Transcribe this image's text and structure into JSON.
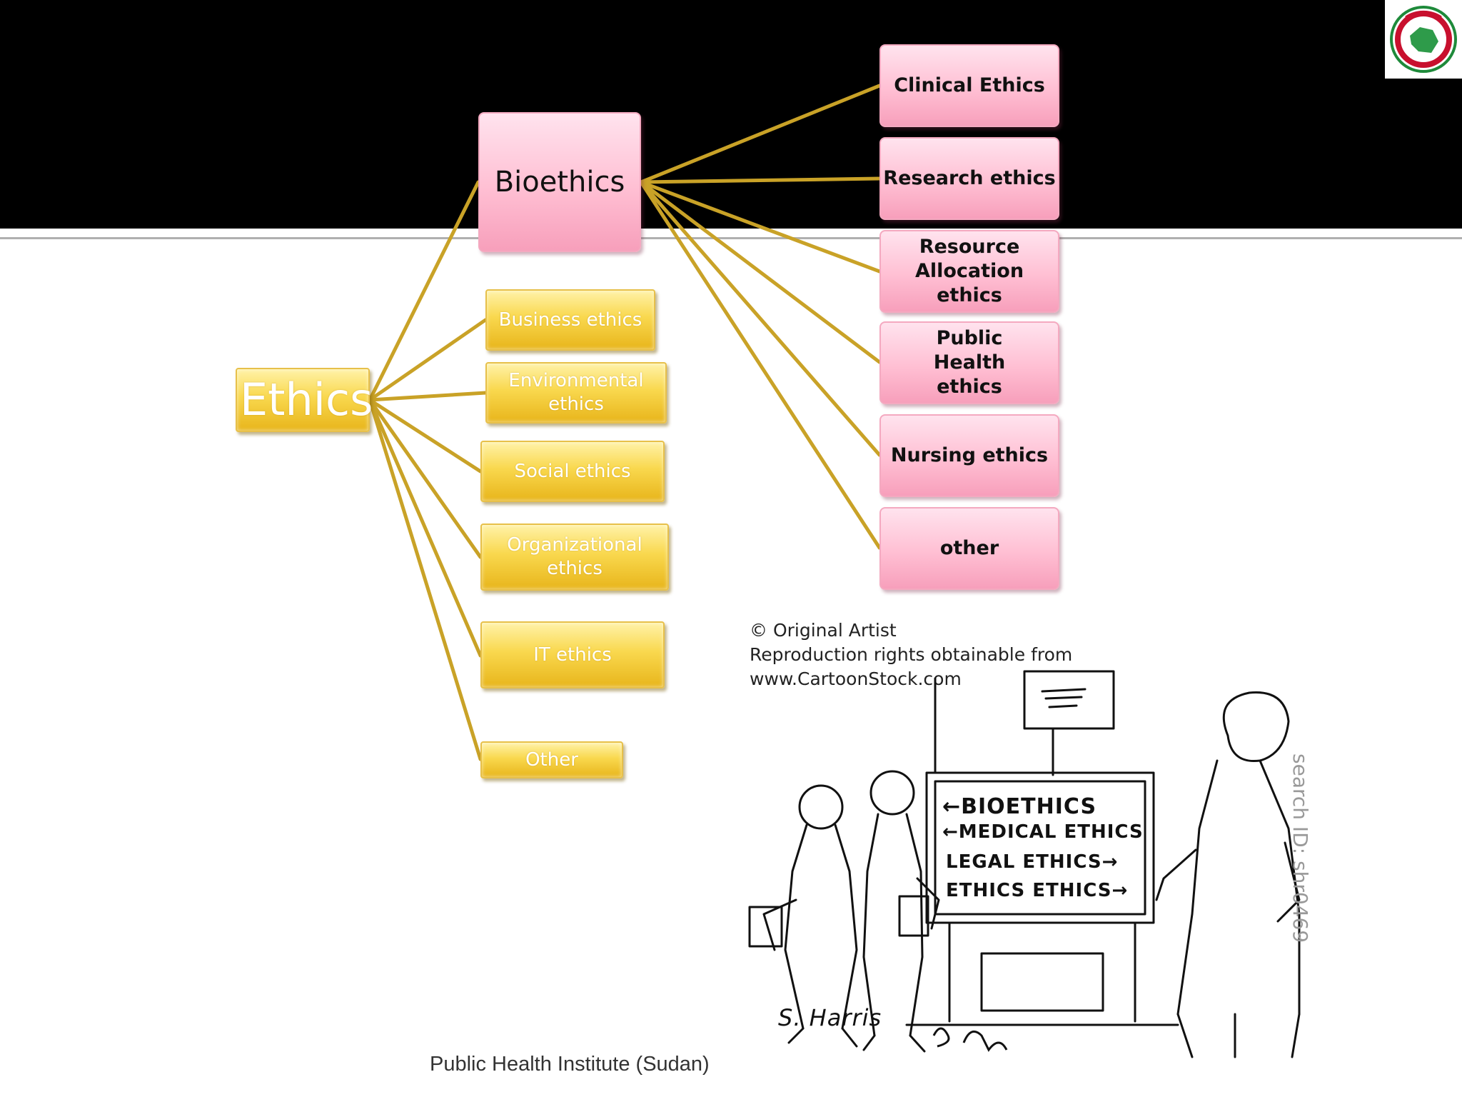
{
  "root": {
    "label": "Ethics"
  },
  "branches": [
    {
      "label": "Bioethics"
    },
    {
      "label": "Business ethics"
    },
    {
      "label": "Environmental ethics"
    },
    {
      "label": "Social ethics"
    },
    {
      "label": "Organizational ethics"
    },
    {
      "label": "IT ethics"
    },
    {
      "label": "Other"
    }
  ],
  "bioethics_children": [
    {
      "label": "Clinical Ethics"
    },
    {
      "label": "Research ethics"
    },
    {
      "label": "Resource Allocation ethics"
    },
    {
      "label": "Public Health ethics"
    },
    {
      "label": "Nursing ethics"
    },
    {
      "label": "other"
    }
  ],
  "cartoon": {
    "credit_line1": "© Original Artist",
    "credit_line2": "Reproduction rights obtainable from",
    "credit_line3": "www.CartoonStock.com",
    "sign_lines": [
      "←BIOETHICS",
      "←MEDICAL ETHICS",
      "LEGAL ETHICS→",
      "ETHICS ETHICS→"
    ],
    "signature": "S. Harris",
    "search_id": "search ID: shr0469"
  },
  "footer": {
    "text": "Public Health Institute (Sudan)"
  },
  "colors": {
    "band": "#000000",
    "connector": "#c9a227",
    "gold_node": "#f9d84e",
    "pink_node": "#ffbfd3"
  }
}
